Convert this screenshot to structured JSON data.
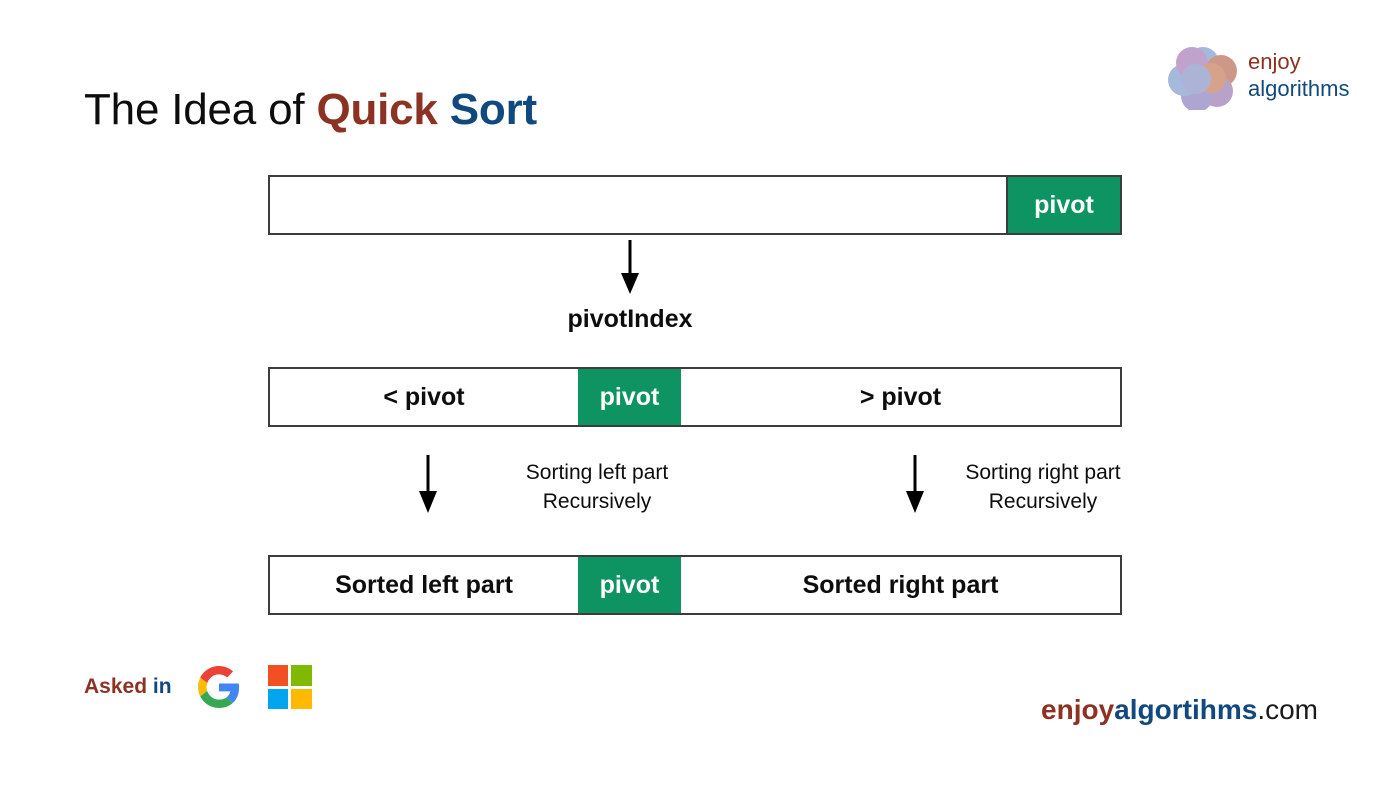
{
  "slide": {
    "title": {
      "plain": "The Idea of ",
      "quick": "Quick",
      "space": " ",
      "sort": "Sort"
    }
  },
  "brand": {
    "logo_mark": "enjoy-algorithms-flower-mark",
    "word_top": "enjoy",
    "word_bottom": "algorithms"
  },
  "diagram": {
    "bar_initial": {
      "empty_label": "",
      "pivot_label": "pivot"
    },
    "arrow_pivot_index": "down-arrow-icon",
    "pivot_index_label": "pivotIndex",
    "bar_partitioned": {
      "left_label": "< pivot",
      "pivot_label": "pivot",
      "right_label": "> pivot"
    },
    "arrow_left": "down-arrow-icon",
    "arrow_right": "down-arrow-icon",
    "note_left": {
      "line1": "Sorting left part",
      "line2": "Recursively"
    },
    "note_right": {
      "line1": "Sorting right part",
      "line2": "Recursively"
    },
    "bar_sorted": {
      "left_label": "Sorted left part",
      "pivot_label": "pivot",
      "right_label": "Sorted right part"
    }
  },
  "asked_in": {
    "label_asked": "Asked",
    "label_in": " in",
    "companies": [
      {
        "name": "google-logo"
      },
      {
        "name": "microsoft-logo"
      }
    ]
  },
  "footer": {
    "enjoy": "enjoy",
    "algorithms": "algortihms",
    "tld": ".com"
  },
  "colors": {
    "pivot_green": "#0e9463",
    "brand_red": "#8c3222",
    "brand_blue": "#11497e",
    "bar_border": "#3d3d3d",
    "background": "#ffffff",
    "google_red": "#ea4335",
    "google_yellow": "#fbbc05",
    "google_green": "#34a853",
    "google_blue": "#4285f4",
    "ms_orange": "#f25022",
    "ms_green": "#7fba00",
    "ms_blue": "#00a4ef",
    "ms_yellow": "#ffb900"
  }
}
